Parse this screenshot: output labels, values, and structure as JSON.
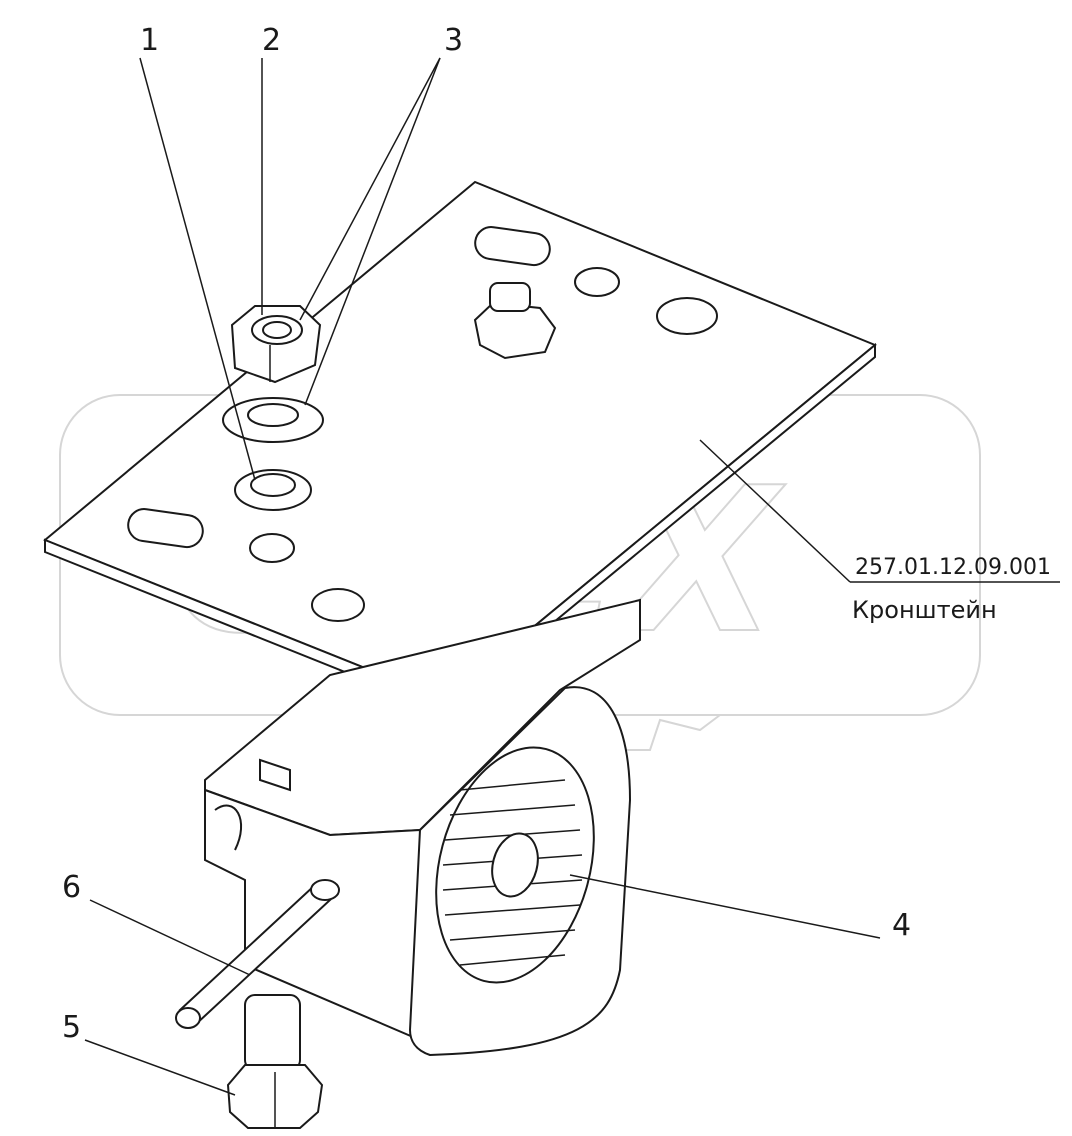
{
  "diagram": {
    "callouts": [
      {
        "id": "1",
        "label": "1"
      },
      {
        "id": "2",
        "label": "2"
      },
      {
        "id": "3",
        "label": "3"
      },
      {
        "id": "4",
        "label": "4"
      },
      {
        "id": "5",
        "label": "5"
      },
      {
        "id": "6",
        "label": "6"
      }
    ],
    "part": {
      "code": "257.01.12.09.001",
      "name": "Кронштейн"
    },
    "watermark": "OPEX"
  }
}
